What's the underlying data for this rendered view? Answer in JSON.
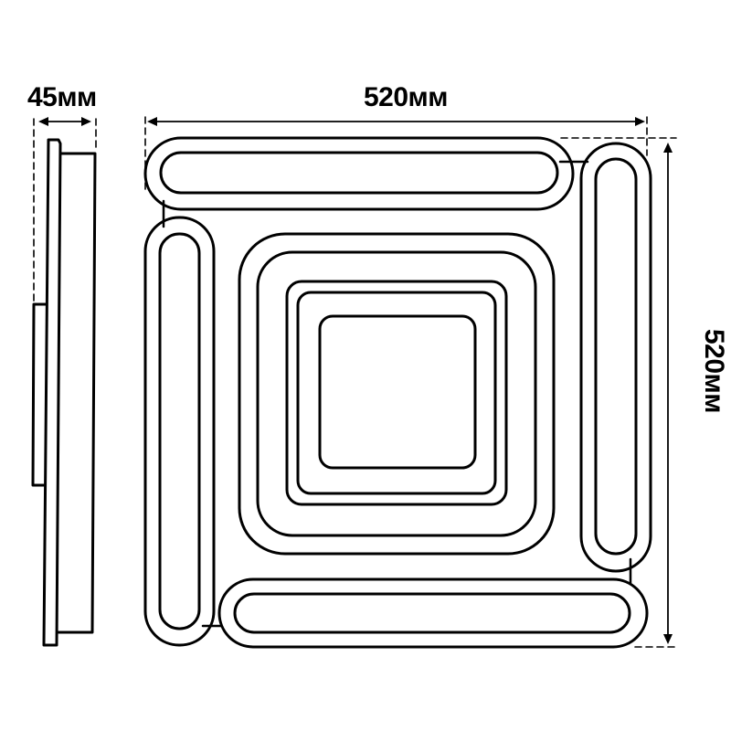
{
  "diagram": {
    "type": "technical-dimension-drawing",
    "subject": "square ceiling light fixture",
    "views": [
      "side-profile",
      "front-view"
    ],
    "dimensions": {
      "depth": {
        "label": "45мм",
        "value": 45,
        "unit": "мм"
      },
      "width": {
        "label": "520мм",
        "value": 520,
        "unit": "мм"
      },
      "height": {
        "label": "520мм",
        "value": 520,
        "unit": "мм"
      }
    },
    "front_view": {
      "side_bars": 4,
      "concentric_square_frames": 5
    },
    "colors": {
      "line": "#000000",
      "background": "#ffffff"
    }
  }
}
